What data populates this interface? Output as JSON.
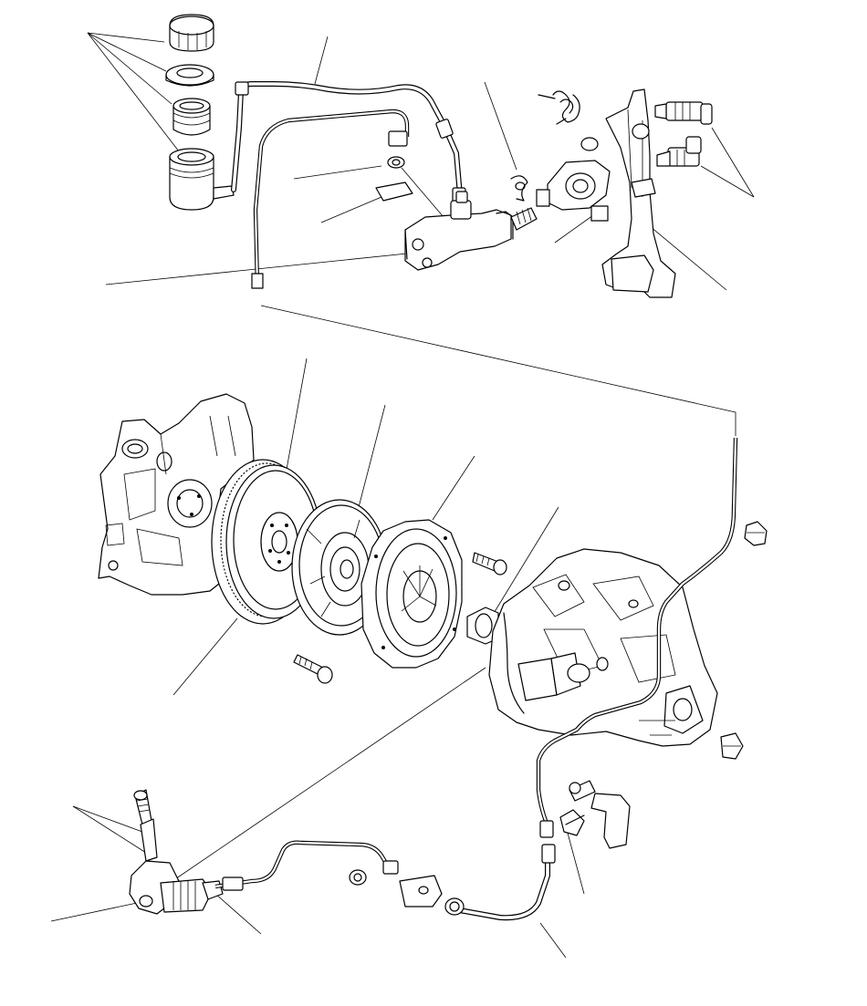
{
  "diagram": {
    "parts": [
      {
        "id": "reservoir-cap",
        "icon": "cap-icon"
      },
      {
        "id": "reservoir-plate",
        "icon": "ring-icon"
      },
      {
        "id": "reservoir-diaphragm",
        "icon": "diaphragm-icon"
      },
      {
        "id": "reservoir-tank",
        "icon": "tank-icon"
      },
      {
        "id": "reservoir-hose",
        "icon": "hose-icon"
      },
      {
        "id": "master-cylinder",
        "icon": "cylinder-icon"
      },
      {
        "id": "clutch-pedal",
        "icon": "pedal-icon"
      },
      {
        "id": "pedal-switches",
        "icon": "switch-icon"
      },
      {
        "id": "flywheel",
        "icon": "flywheel-icon"
      },
      {
        "id": "clutch-disc",
        "icon": "disc-icon"
      },
      {
        "id": "pressure-plate",
        "icon": "pressure-plate-icon"
      },
      {
        "id": "release-bearing",
        "icon": "bearing-icon"
      },
      {
        "id": "transmission",
        "icon": "transmission-icon"
      },
      {
        "id": "engine-block",
        "icon": "engine-icon"
      },
      {
        "id": "slave-cylinder",
        "icon": "slave-cylinder-icon"
      },
      {
        "id": "clutch-hose",
        "icon": "hose-icon"
      },
      {
        "id": "hose-bracket",
        "icon": "bracket-icon"
      }
    ]
  }
}
